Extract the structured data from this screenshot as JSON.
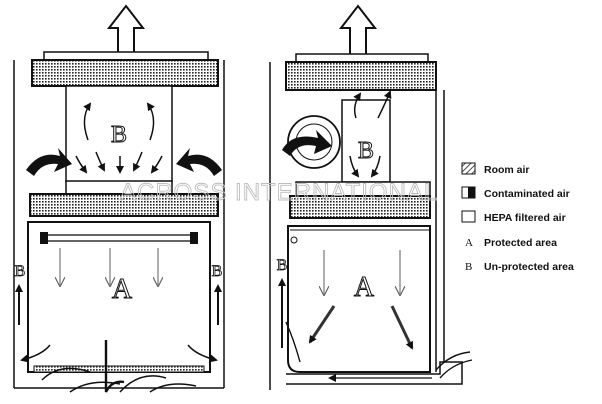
{
  "watermark": "ACROSS INTERNATIONAL",
  "zone_labels": {
    "left_upper": "B",
    "left_main": "A",
    "left_side_left": "B",
    "left_side_right": "B",
    "right_upper": "B",
    "right_main": "A",
    "right_side": "B"
  },
  "legend": [
    {
      "symbol": "hatch",
      "label": "Room air"
    },
    {
      "symbol": "black",
      "label": "Contaminated air"
    },
    {
      "symbol": "white",
      "label": "HEPA filtered air"
    },
    {
      "symbol": "A",
      "label": "Protected area"
    },
    {
      "symbol": "B",
      "label": "Un-protected area"
    }
  ],
  "colors": {
    "line": "#111111",
    "hatch": "#333333",
    "watermark": "#bdbdbd",
    "thin_arrow": "#777777"
  }
}
